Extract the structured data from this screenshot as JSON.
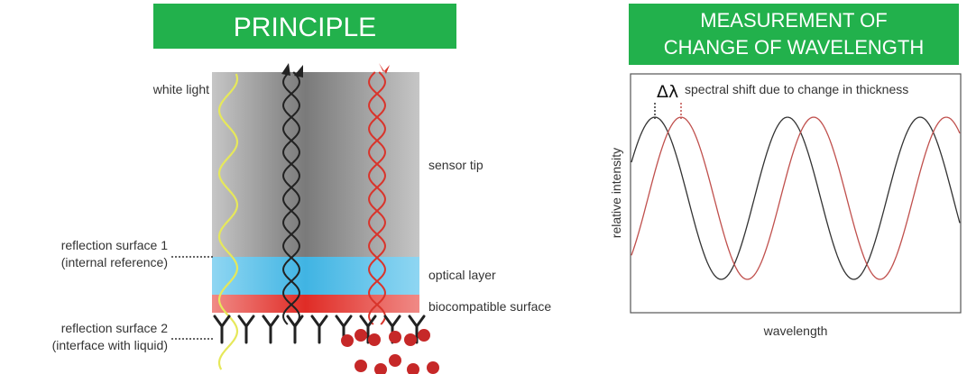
{
  "principle": {
    "title": "PRINCIPLE",
    "labels": {
      "white_light": "white light",
      "sensor_tip": "sensor tip",
      "reflection1_line1": "reflection surface 1",
      "reflection1_line2": "(internal reference)",
      "optical_layer": "optical layer",
      "biocompatible": "biocompatible surface",
      "reflection2_line1": "reflection surface 2",
      "reflection2_line2": "(interface with liquid)"
    },
    "colors": {
      "sensor_tip": "#a8a8a8",
      "optical_layer": "#7fd0ee",
      "biocompatible_surface": "#ef5350",
      "white_light_wave": "#e6e85a",
      "reference_wave": "#222222",
      "shifted_wave": "#d9342b",
      "particles": "#c62828"
    }
  },
  "measurement": {
    "title_line1": "MEASUREMENT OF",
    "title_line2": "CHANGE OF WAVELENGTH",
    "delta_symbol": "Δλ",
    "annotation": "spectral shift due to change in thickness",
    "xlabel": "wavelength",
    "ylabel": "relative intensity",
    "colors": {
      "reference": "#333333",
      "shifted": "#c0504d"
    }
  }
}
